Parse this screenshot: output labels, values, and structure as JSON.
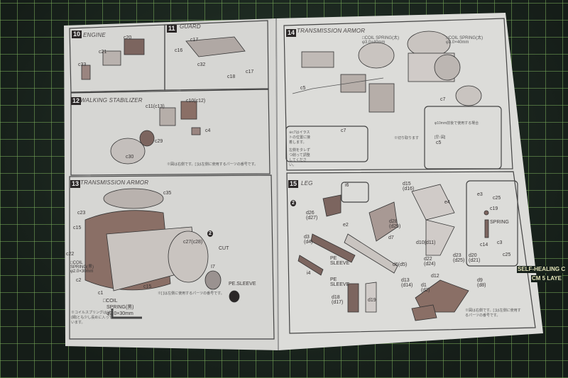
{
  "left_page": {
    "panels": [
      {
        "number": "10",
        "title": "ENGINE",
        "parts": [
          "c33",
          "c21",
          "c20"
        ]
      },
      {
        "number": "11",
        "title": "GUARD",
        "parts": [
          "c17",
          "c16",
          "c32",
          "c18",
          "c17"
        ]
      },
      {
        "number": "12",
        "title": "WALKING STABILIZER",
        "parts": [
          "c11(c13)",
          "c10(c12)",
          "c4",
          "c29",
          "c30"
        ],
        "note": "※図は右側です。[ ]は左側に使用するパーツの番号です。"
      },
      {
        "number": "13",
        "title": "TRANSMISSION ARMOR",
        "parts": [
          "c35",
          "c23",
          "c15",
          "c22",
          "c2",
          "c1",
          "c15",
          "c27(c28)",
          "CUT",
          "I7",
          "PE.SLEEVE"
        ],
        "coil_left": "□COIL SPRING(黒) φ2.0×30mm",
        "coil_bottom_1": "□COIL",
        "coil_bottom_2": "SPRING(黒)",
        "coil_bottom_3": "φ2.0×30mm",
        "note": "※[ ]は左側に使用するパーツの番号です。",
        "note_bottom": "※コイルスプリングは(太)(細)とも少し長めに入っています。",
        "step_badge": "2"
      }
    ]
  },
  "right_page": {
    "panels": [
      {
        "number": "14",
        "title": "TRANSMISSION ARMOR",
        "coil_left": "□COIL SPRING(太) φ3.0×40mm",
        "coil_right": "□COIL SPRING(太) φ3.0×40mm",
        "parts": [
          "c5",
          "c7"
        ],
        "inset_text_1": "※c7はイラストの位置に接着します。",
        "inset_text_2": "左側をタレずつ削って調整してください。",
        "inset_part": "c7",
        "cut_note": "※切り取ります",
        "box_text": "φ10mm前後で使用する場合",
        "box_label": "[早↑図]",
        "box_part": "c5"
      },
      {
        "number": "15",
        "title": "LEG",
        "step_badge": "2",
        "parts": [
          "i6",
          "d15 (d16)",
          "d26 (d27)",
          "e2",
          "d28 (d29)",
          "d3 (d4)",
          "d7",
          "PE SLEEVE",
          "i4",
          "d6(d5)",
          "d13 (d14)",
          "PE SLEEVE",
          "d18 (d17)",
          "d19",
          "e4",
          "d10(d11)",
          "d22 (d24)",
          "d23 (d25)",
          "d20 (d21)",
          "d12",
          "d1 (d2)",
          "d9 (d8)",
          "e3",
          "c25",
          "c19",
          "SPRING",
          "c14",
          "c3",
          "c25"
        ],
        "note": "※図は右側です。[ ]は左側に使用するパーツの番号です。"
      }
    ]
  },
  "mat": {
    "line1": "SELF-HEALING C",
    "line2": "CM  5 LAYE"
  },
  "colors": {
    "mat": "#1d2a22",
    "grid": "#78aa5a",
    "paper": "#d9d9d6",
    "ink": "#3a3636",
    "part_fill": "#8a6f66"
  }
}
